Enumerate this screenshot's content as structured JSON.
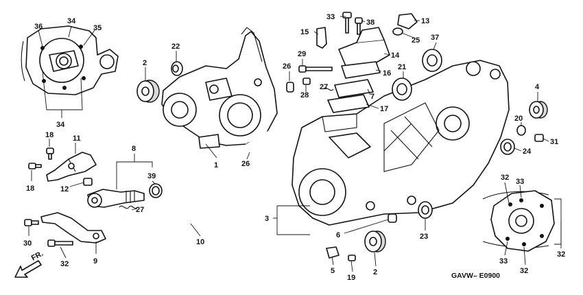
{
  "diagram_code": "GAVW– E0900",
  "direction_label": "FR.",
  "colors": {
    "ink": "#111111",
    "background": "#ffffff"
  },
  "callouts": [
    {
      "id": "c36a",
      "text": "36"
    },
    {
      "id": "c34a",
      "text": "34"
    },
    {
      "id": "c35",
      "text": "35"
    },
    {
      "id": "c34b",
      "text": "34"
    },
    {
      "id": "c22",
      "text": "22"
    },
    {
      "id": "c2a",
      "text": "2"
    },
    {
      "id": "c1",
      "text": "1"
    },
    {
      "id": "c26a",
      "text": "26"
    },
    {
      "id": "c26b",
      "text": "26"
    },
    {
      "id": "c18a",
      "text": "18"
    },
    {
      "id": "c11",
      "text": "11"
    },
    {
      "id": "c18b",
      "text": "18"
    },
    {
      "id": "c12",
      "text": "12"
    },
    {
      "id": "c8",
      "text": "8"
    },
    {
      "id": "c39",
      "text": "39"
    },
    {
      "id": "c27a",
      "text": "27"
    },
    {
      "id": "c30",
      "text": "30"
    },
    {
      "id": "c32a",
      "text": "32"
    },
    {
      "id": "c9",
      "text": "9"
    },
    {
      "id": "c10",
      "text": "10"
    },
    {
      "id": "c33a",
      "text": "33"
    },
    {
      "id": "c38",
      "text": "38"
    },
    {
      "id": "c13",
      "text": "13"
    },
    {
      "id": "c15",
      "text": "15"
    },
    {
      "id": "c25",
      "text": "25"
    },
    {
      "id": "c37",
      "text": "37"
    },
    {
      "id": "c29",
      "text": "29"
    },
    {
      "id": "c14",
      "text": "14"
    },
    {
      "id": "c21",
      "text": "21"
    },
    {
      "id": "c16",
      "text": "16"
    },
    {
      "id": "c28",
      "text": "28"
    },
    {
      "id": "c27b",
      "text": "27"
    },
    {
      "id": "c7",
      "text": "7"
    },
    {
      "id": "c17",
      "text": "17"
    },
    {
      "id": "c4",
      "text": "4"
    },
    {
      "id": "c20",
      "text": "20"
    },
    {
      "id": "c31",
      "text": "31"
    },
    {
      "id": "c24",
      "text": "24"
    },
    {
      "id": "c3",
      "text": "3"
    },
    {
      "id": "c23",
      "text": "23"
    },
    {
      "id": "c6",
      "text": "6"
    },
    {
      "id": "c5",
      "text": "5"
    },
    {
      "id": "c19",
      "text": "19"
    },
    {
      "id": "c2b",
      "text": "2"
    },
    {
      "id": "c32b",
      "text": "32"
    },
    {
      "id": "c33b",
      "text": "33"
    },
    {
      "id": "c32c",
      "text": "32"
    },
    {
      "id": "c33c",
      "text": "33"
    },
    {
      "id": "c32d",
      "text": "32"
    }
  ]
}
